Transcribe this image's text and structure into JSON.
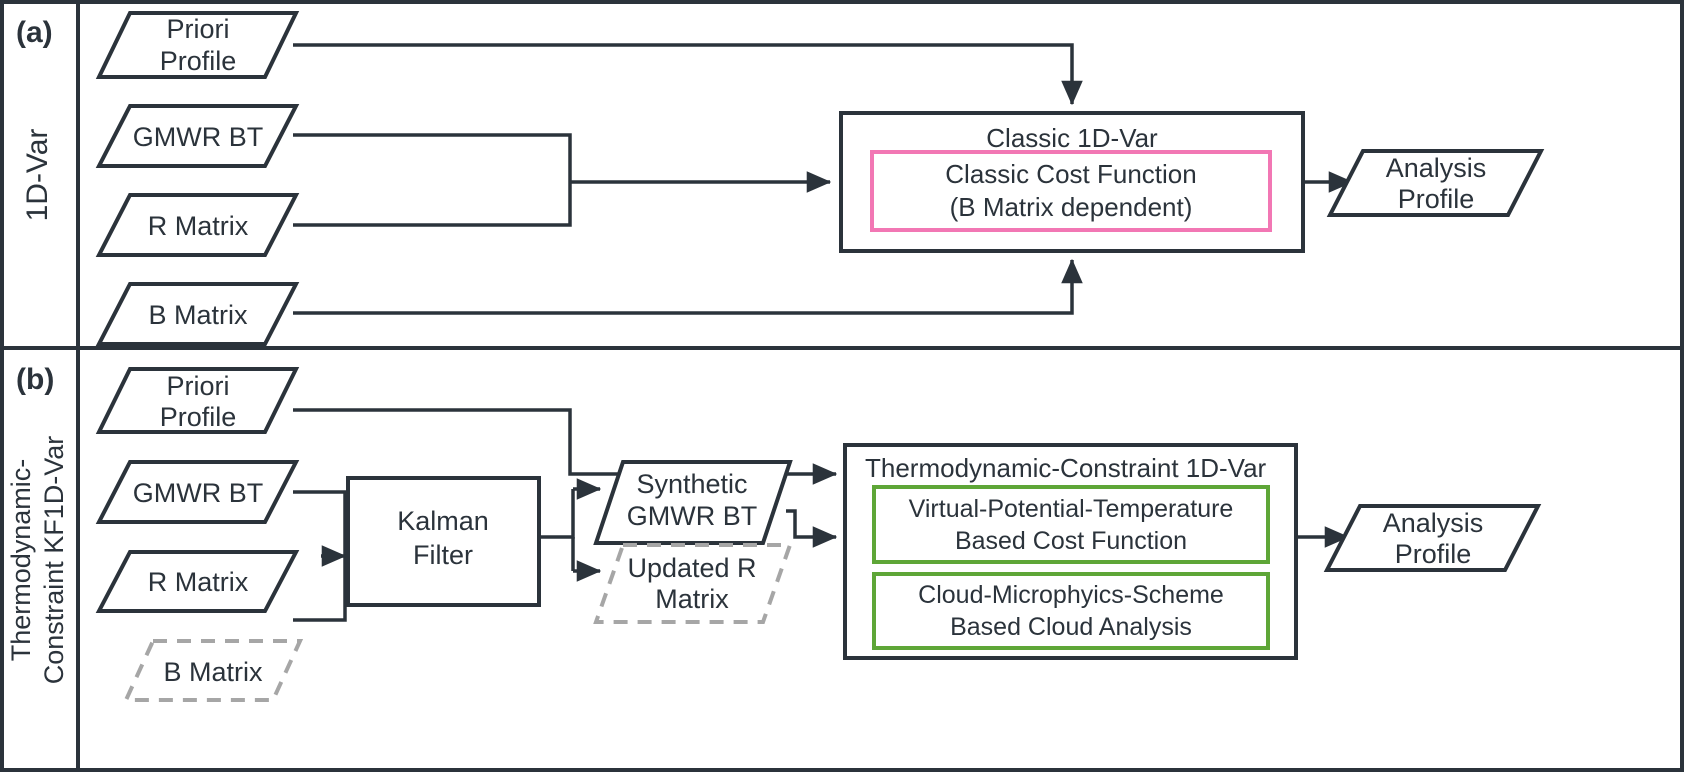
{
  "figure": {
    "type": "flowchart",
    "panels": [
      {
        "tag": "(a)",
        "tag_color": "#e8322d",
        "side_label": "1D-Var",
        "inputs": [
          {
            "id": "priori-profile",
            "label_line1": "Priori",
            "label_line2": "Profile",
            "style": "solid"
          },
          {
            "id": "gmwr-bt",
            "label_line1": "GMWR BT",
            "label_line2": "",
            "style": "solid"
          },
          {
            "id": "r-matrix",
            "label_line1": "R Matrix",
            "label_line2": "",
            "style": "solid"
          },
          {
            "id": "b-matrix",
            "label_line1": "B Matrix",
            "label_line2": "",
            "style": "solid"
          }
        ],
        "process": {
          "title": "Classic 1D-Var",
          "inner": [
            {
              "line1": "Classic Cost Function",
              "line2": "(B Matrix dependent)",
              "accent": "#f277b4"
            }
          ]
        },
        "output": {
          "label_line1": "Analysis",
          "label_line2": "Profile"
        }
      },
      {
        "tag": "(b)",
        "tag_color": "#e8322d",
        "side_label_line1": "Thermodynamic-",
        "side_label_line2": "Constraint KF1D-Var",
        "inputs": [
          {
            "id": "priori-profile",
            "label_line1": "Priori",
            "label_line2": "Profile",
            "style": "solid"
          },
          {
            "id": "gmwr-bt",
            "label_line1": "GMWR BT",
            "label_line2": "",
            "style": "solid"
          },
          {
            "id": "r-matrix",
            "label_line1": "R Matrix",
            "label_line2": "",
            "style": "solid"
          },
          {
            "id": "b-matrix",
            "label_line1": "B Matrix",
            "label_line2": "",
            "style": "dashed"
          }
        ],
        "filter": {
          "line1": "Kalman",
          "line2": "Filter"
        },
        "intermediates": [
          {
            "id": "synthetic-gmwr-bt",
            "label_line1": "Synthetic",
            "label_line2": "GMWR BT",
            "style": "solid"
          },
          {
            "id": "updated-r-matrix",
            "label_line1": "Updated R",
            "label_line2": "Matrix",
            "style": "dashed"
          }
        ],
        "process": {
          "title": "Thermodynamic-Constraint 1D-Var",
          "inner": [
            {
              "line1": "Virtual-Potential-Temperature",
              "line2": "Based Cost Function",
              "accent": "#5ea637"
            },
            {
              "line1": "Cloud-Microphyics-Scheme",
              "line2": "Based Cloud Analysis",
              "accent": "#5ea637"
            }
          ]
        },
        "output": {
          "label_line1": "Analysis",
          "label_line2": "Profile"
        }
      }
    ],
    "colors": {
      "stroke": "#2b333b",
      "dashed_stroke": "#a6a6a6",
      "pink_accent": "#f277b4",
      "green_accent": "#5ea637",
      "background": "#ffffff"
    }
  }
}
